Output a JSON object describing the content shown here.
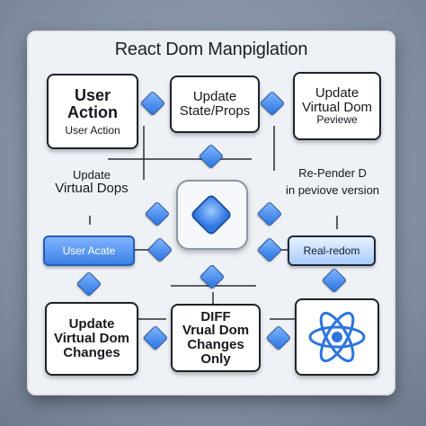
{
  "title": "React Dom Manpiglation",
  "cards": {
    "user_action": {
      "line1": "User",
      "line2": "Action",
      "line3": "User Action"
    },
    "update_state": {
      "line1": "Update",
      "line2": "State/Props"
    },
    "update_virtual_dom": {
      "line1": "Update",
      "line2": "Virtual Dom",
      "line3": "Peviewe"
    },
    "update_vdom_changes": {
      "line1": "Update",
      "line2": "Virtual Dom",
      "line3": "Changes"
    },
    "diff": {
      "line1": "DIFF",
      "line2": "Vrual Dom",
      "line3": "Changes",
      "line4": "Only"
    }
  },
  "labels": {
    "update_virtual_dops": {
      "line1": "Update",
      "line2": "Virtual Dops"
    },
    "re_render": {
      "line1": "Re-Pender D",
      "line2": "in peviove version"
    }
  },
  "pills": {
    "user_action": "User Acate",
    "real_dom": "Real-redom"
  },
  "icons": {
    "center": "diamond-gem-icon",
    "react_logo": "react-atom-icon"
  },
  "colors": {
    "accent": "#3d82e8",
    "board": "#eef1f6",
    "background": "#7f8c9e"
  }
}
